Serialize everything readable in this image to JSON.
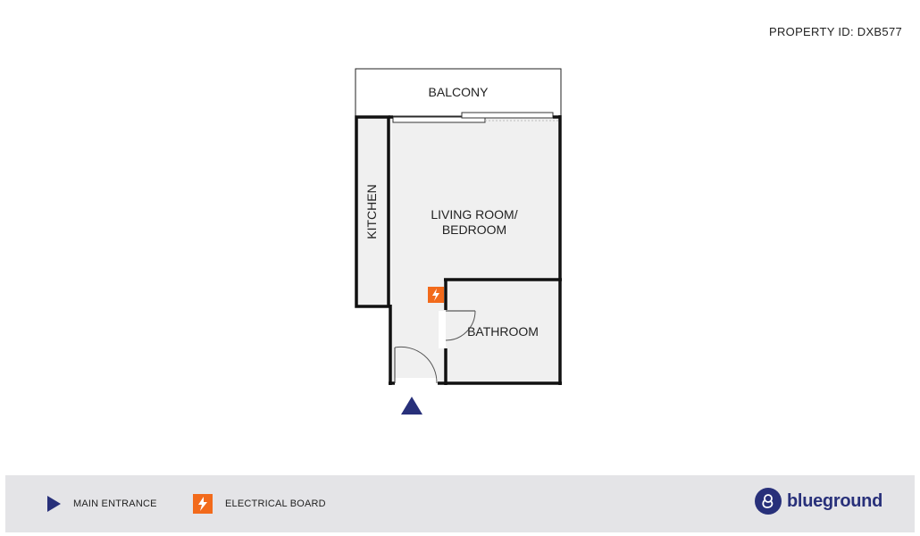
{
  "header": {
    "property_id": "PROPERTY ID: DXB577"
  },
  "rooms": {
    "balcony": "BALCONY",
    "kitchen": "KITCHEN",
    "living_line1": "LIVING ROOM/",
    "living_line2": "BEDROOM",
    "bathroom": "BATHROOM"
  },
  "legend": {
    "main_entrance": "MAIN ENTRANCE",
    "electrical_board": "ELECTRICAL BOARD"
  },
  "brand": {
    "name": "blueground"
  },
  "icons": {
    "entrance": "triangle-marker-icon",
    "electrical": "lightning-icon",
    "logo": "blueground-logo-icon"
  },
  "colors": {
    "brand_navy": "#28307a",
    "electrical_orange": "#f26a1b",
    "floor_fill": "#f0f0f0",
    "legend_bg": "#e4e4e7",
    "wall": "#111111"
  }
}
